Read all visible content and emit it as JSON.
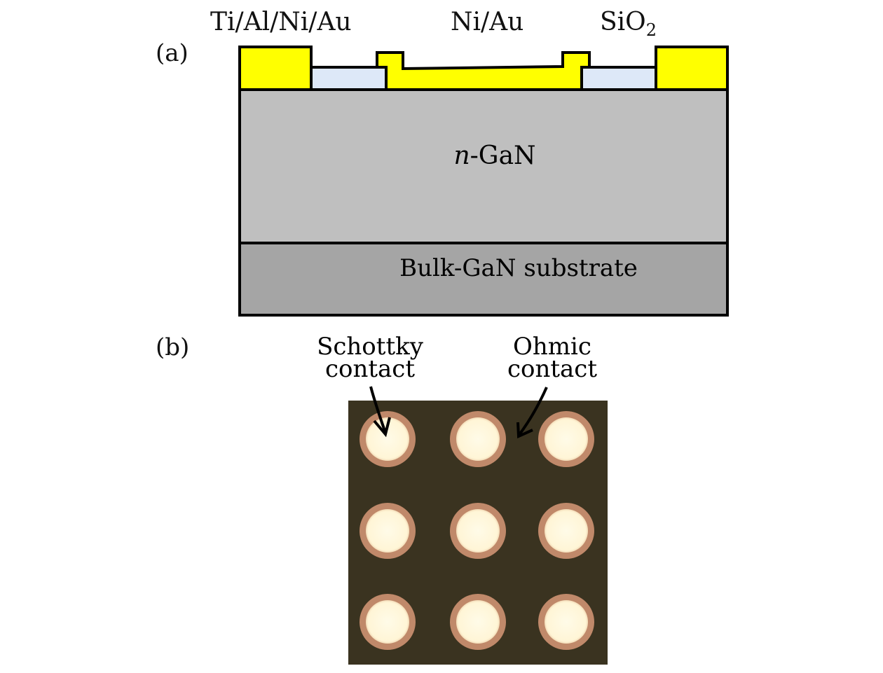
{
  "panel_a": {
    "label": "(a)",
    "top_labels": {
      "ohmic_metal": "Ti/Al/Ni/Au",
      "schottky_metal": "Ni/Au",
      "passivation": "SiO",
      "passivation_sub": "2"
    },
    "layers": {
      "drift": "-GaN",
      "drift_italic": "n",
      "substrate": "Bulk-GaN substrate"
    },
    "colors": {
      "metal": "#ffff00",
      "oxide": "#dde8f8",
      "drift": "#bfbfbf",
      "substrate": "#a5a5a5",
      "outline": "#000000"
    }
  },
  "panel_b": {
    "label": "(b)",
    "annotations": {
      "schottky_line1": "Schottky",
      "schottky_line2": "contact",
      "ohmic_line1": "Ohmic",
      "ohmic_line2": "contact"
    },
    "grid": {
      "rows": 3,
      "cols": 3
    },
    "colors": {
      "background": "#3a3320",
      "ring": "#c0896a",
      "pad": "#fff9e0"
    }
  }
}
